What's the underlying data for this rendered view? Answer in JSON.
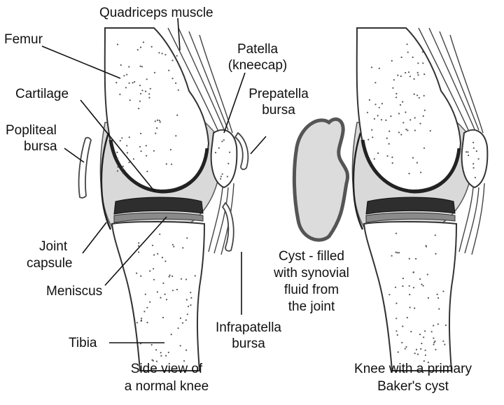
{
  "labels": {
    "femur": "Femur",
    "quadriceps": "Quadriceps muscle",
    "patella_1": "Patella",
    "patella_2": "(kneecap)",
    "cartilage": "Cartilage",
    "prepatella_1": "Prepatella",
    "prepatella_2": "bursa",
    "popliteal_1": "Popliteal",
    "popliteal_2": "bursa",
    "joint_1": "Joint",
    "joint_2": "capsule",
    "meniscus": "Meniscus",
    "tibia": "Tibia",
    "infrapatella_1": "Infrapatella",
    "infrapatella_2": "bursa",
    "cyst_1": "Cyst - filled",
    "cyst_2": "with synovial",
    "cyst_3": "fluid from",
    "cyst_4": "the joint"
  },
  "captions": {
    "left_1": "Side view of",
    "left_2": "a normal knee",
    "right_1": "Knee with a primary",
    "right_2": "Baker's cyst"
  },
  "colors": {
    "capsule_fill": "#d9d9d9",
    "meniscus": "#2e2e2e",
    "cyst_fill": "#dcdcdc"
  }
}
